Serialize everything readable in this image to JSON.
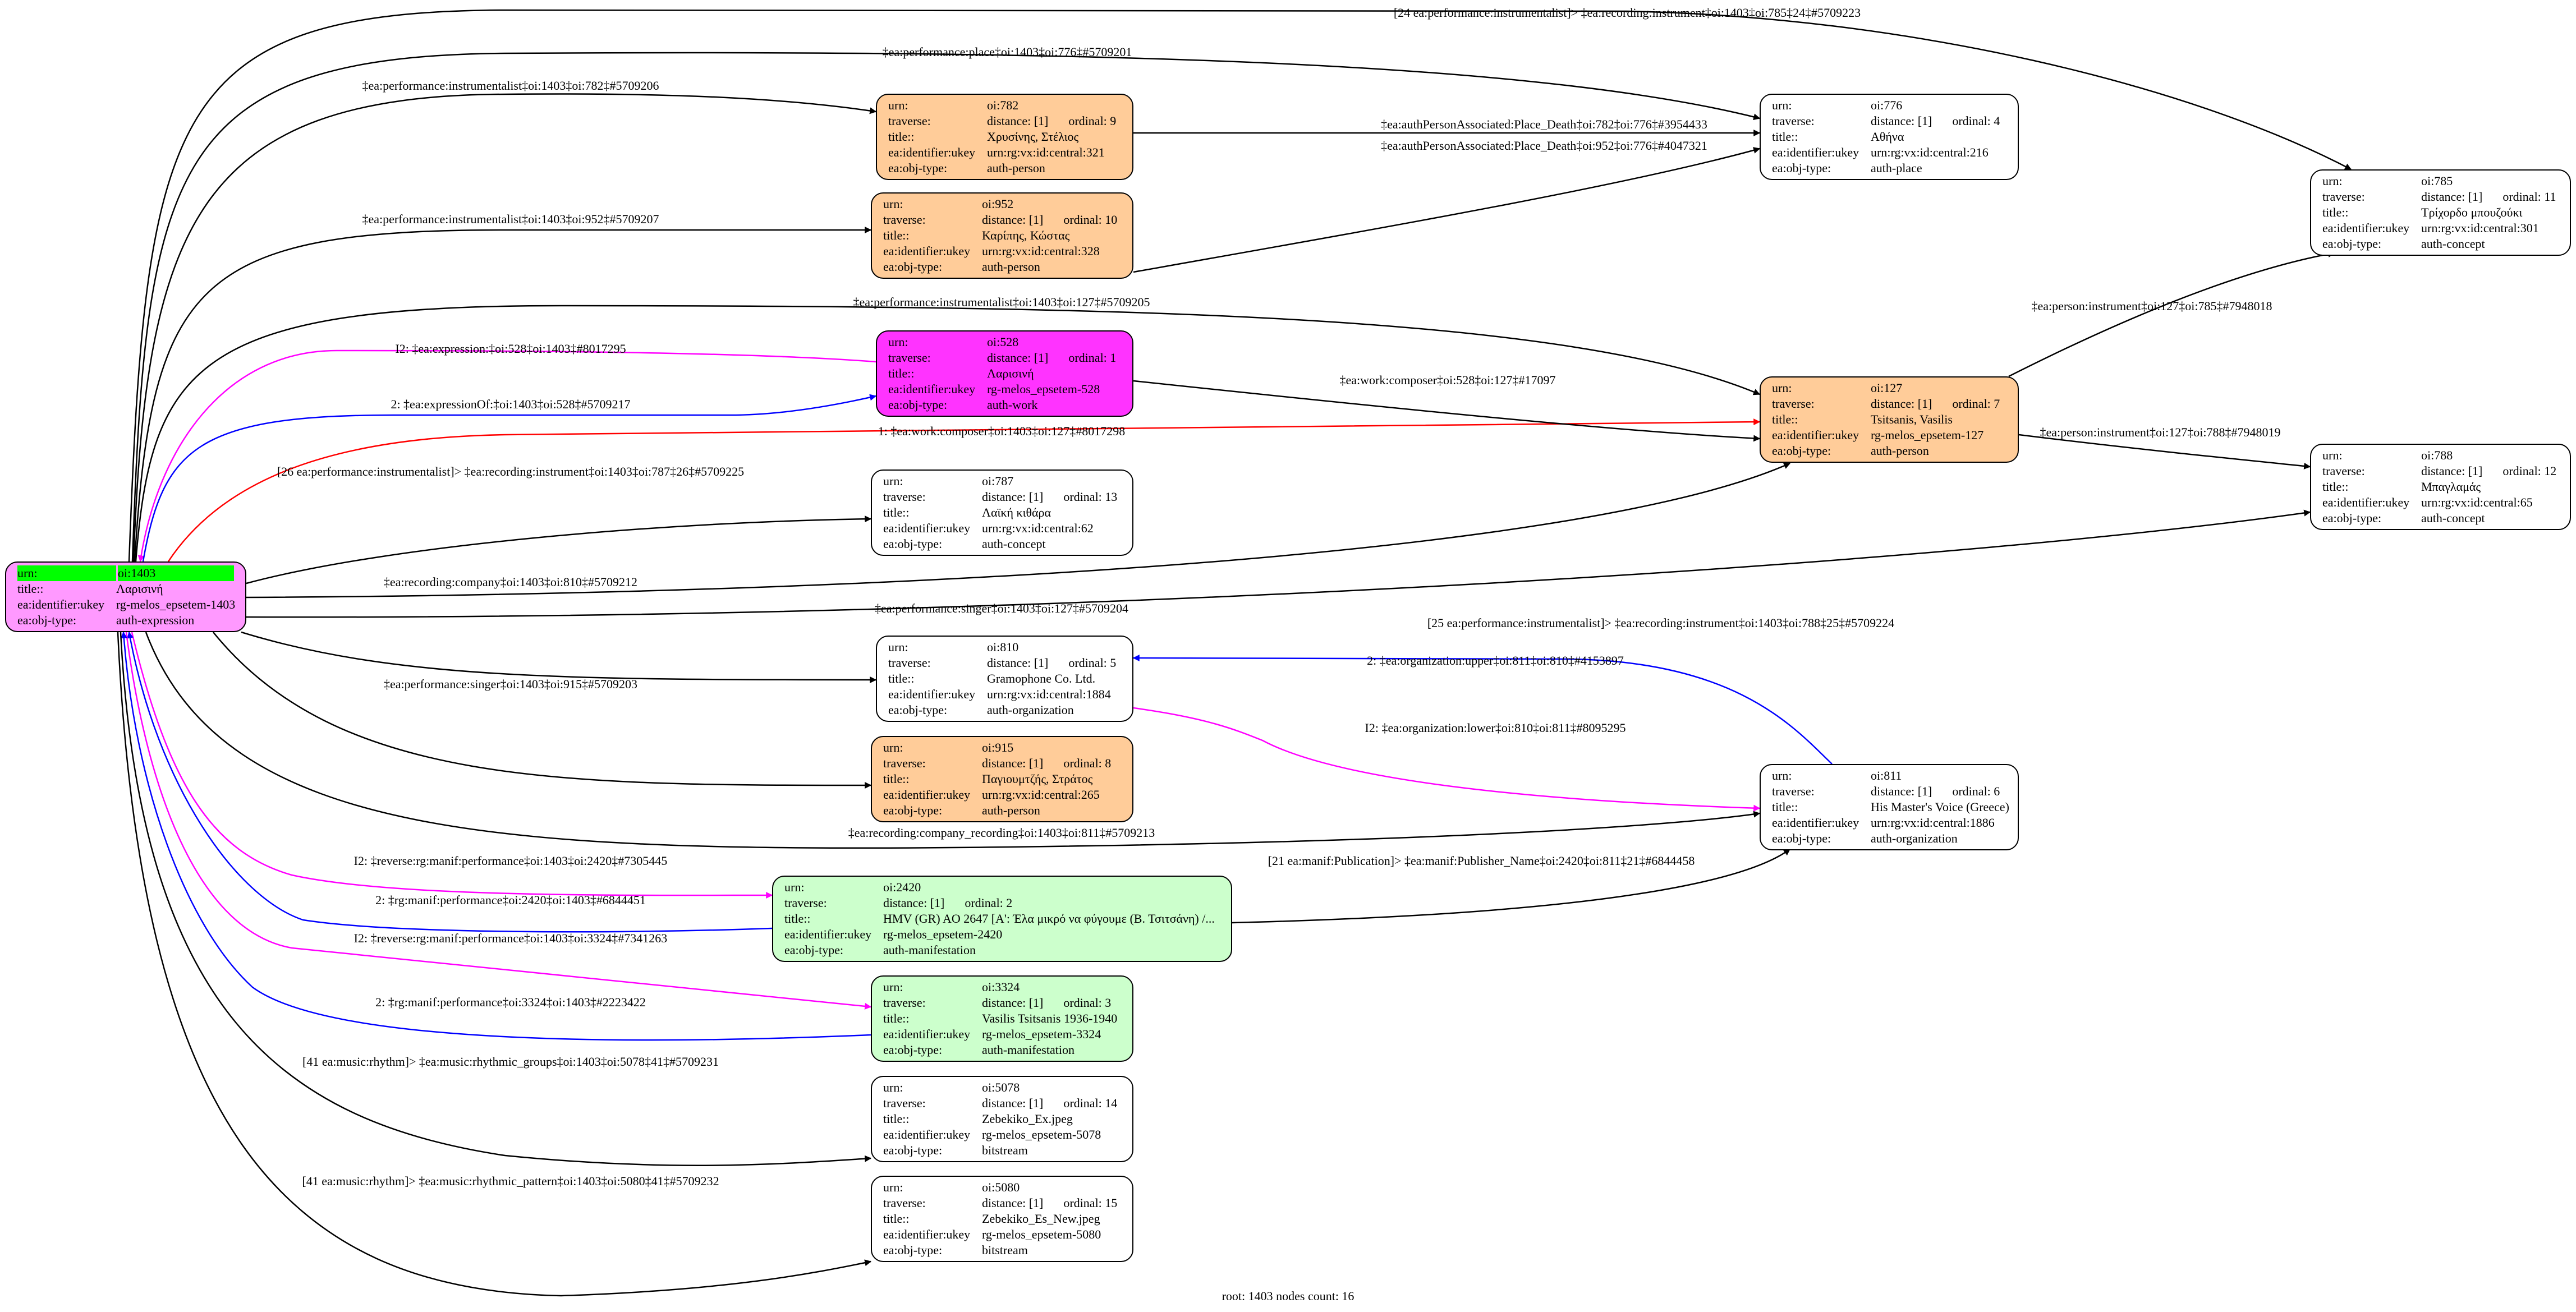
{
  "labels": {
    "urn": "urn:",
    "traverse": "traverse:",
    "title": "title::",
    "ukey": "ea:identifier:ukey",
    "type": "ea:obj-type:"
  },
  "colors": {
    "person": "#ffcc99",
    "work": "#ff33ff",
    "expression": "#ff99ff",
    "manifestation": "#ccffcc",
    "default": "#ffffff",
    "root_highlight": "#00ff00"
  },
  "nodes": [
    {
      "id": "1403",
      "urn": "oi:1403",
      "title": "Λαρισινή",
      "ukey": "rg-melos_epsetem-1403",
      "type": "auth-expression",
      "fill": "#ff99ff",
      "root": true
    },
    {
      "id": "782",
      "urn": "oi:782",
      "distance": "distance: [1]",
      "ordinal": "ordinal: 9",
      "title": "Χρυσίνης, Στέλιος",
      "ukey": "urn:rg:vx:id:central:321",
      "type": "auth-person",
      "fill": "#ffcc99"
    },
    {
      "id": "952",
      "urn": "oi:952",
      "distance": "distance: [1]",
      "ordinal": "ordinal: 10",
      "title": "Καρίπης, Κώστας",
      "ukey": "urn:rg:vx:id:central:328",
      "type": "auth-person",
      "fill": "#ffcc99"
    },
    {
      "id": "776",
      "urn": "oi:776",
      "distance": "distance: [1]",
      "ordinal": "ordinal: 4",
      "title": "Αθήνα",
      "ukey": "urn:rg:vx:id:central:216",
      "type": "auth-place",
      "fill": "#ffffff"
    },
    {
      "id": "785",
      "urn": "oi:785",
      "distance": "distance: [1]",
      "ordinal": "ordinal: 11",
      "title": "Τρίχορδο μπουζούκι",
      "ukey": "urn:rg:vx:id:central:301",
      "type": "auth-concept",
      "fill": "#ffffff"
    },
    {
      "id": "528",
      "urn": "oi:528",
      "distance": "distance: [1]",
      "ordinal": "ordinal: 1",
      "title": "Λαρισινή",
      "ukey": "rg-melos_epsetem-528",
      "type": "auth-work",
      "fill": "#ff33ff"
    },
    {
      "id": "127",
      "urn": "oi:127",
      "distance": "distance: [1]",
      "ordinal": "ordinal: 7",
      "title": "Tsitsanis, Vasilis",
      "ukey": "rg-melos_epsetem-127",
      "type": "auth-person",
      "fill": "#ffcc99"
    },
    {
      "id": "787",
      "urn": "oi:787",
      "distance": "distance: [1]",
      "ordinal": "ordinal: 13",
      "title": "Λαϊκή κιθάρα",
      "ukey": "urn:rg:vx:id:central:62",
      "type": "auth-concept",
      "fill": "#ffffff"
    },
    {
      "id": "788",
      "urn": "oi:788",
      "distance": "distance: [1]",
      "ordinal": "ordinal: 12",
      "title": "Μπαγλαμάς",
      "ukey": "urn:rg:vx:id:central:65",
      "type": "auth-concept",
      "fill": "#ffffff"
    },
    {
      "id": "810",
      "urn": "oi:810",
      "distance": "distance: [1]",
      "ordinal": "ordinal: 5",
      "title": "Gramophone Co. Ltd.",
      "ukey": "urn:rg:vx:id:central:1884",
      "type": "auth-organization",
      "fill": "#ffffff"
    },
    {
      "id": "915",
      "urn": "oi:915",
      "distance": "distance: [1]",
      "ordinal": "ordinal: 8",
      "title": "Παγιουμτζής, Στράτος",
      "ukey": "urn:rg:vx:id:central:265",
      "type": "auth-person",
      "fill": "#ffcc99"
    },
    {
      "id": "811",
      "urn": "oi:811",
      "distance": "distance: [1]",
      "ordinal": "ordinal: 6",
      "title": "His Master's Voice (Greece)",
      "ukey": "urn:rg:vx:id:central:1886",
      "type": "auth-organization",
      "fill": "#ffffff"
    },
    {
      "id": "2420",
      "urn": "oi:2420",
      "distance": "distance: [1]",
      "ordinal": "ordinal: 2",
      "title": "HMV (GR) AO 2647 [A': Έλα μικρό να φύγουμε (Β. Τσιτσάνη) /...",
      "ukey": "rg-melos_epsetem-2420",
      "type": "auth-manifestation",
      "fill": "#ccffcc"
    },
    {
      "id": "3324",
      "urn": "oi:3324",
      "distance": "distance: [1]",
      "ordinal": "ordinal: 3",
      "title": "Vasilis Tsitsanis 1936-1940",
      "ukey": "rg-melos_epsetem-3324",
      "type": "auth-manifestation",
      "fill": "#ccffcc"
    },
    {
      "id": "5078",
      "urn": "oi:5078",
      "distance": "distance: [1]",
      "ordinal": "ordinal: 14",
      "title": "Zebekiko_Ex.jpeg",
      "ukey": "rg-melos_epsetem-5078",
      "type": "bitstream",
      "fill": "#ffffff"
    },
    {
      "id": "5080",
      "urn": "oi:5080",
      "distance": "distance: [1]",
      "ordinal": "ordinal: 15",
      "title": "Zebekiko_Es_New.jpeg",
      "ukey": "rg-melos_epsetem-5080",
      "type": "bitstream",
      "fill": "#ffffff"
    }
  ],
  "edges": [
    {
      "label": "[24 ea:performance:instrumentalist]> ‡ea:recording:instrument‡oi:1403‡oi:785‡24‡#5709223",
      "color": "#000000"
    },
    {
      "label": "‡ea:performance:place‡oi:1403‡oi:776‡#5709201",
      "color": "#000000"
    },
    {
      "label": "‡ea:performance:instrumentalist‡oi:1403‡oi:782‡#5709206",
      "color": "#000000"
    },
    {
      "label": "‡ea:performance:instrumentalist‡oi:1403‡oi:952‡#5709207",
      "color": "#000000"
    },
    {
      "label": "‡ea:performance:instrumentalist‡oi:1403‡oi:127‡#5709205",
      "color": "#000000"
    },
    {
      "label": "I2: ‡ea:expression:‡oi:528‡oi:1403‡#8017295",
      "color": "#ff00ff"
    },
    {
      "label": "2: ‡ea:expressionOf:‡oi:1403‡oi:528‡#5709217",
      "color": "#0000ff"
    },
    {
      "label": "1: ‡ea:work:composer‡oi:1403‡oi:127‡#8017298",
      "color": "#ff0000"
    },
    {
      "label": "[26 ea:performance:instrumentalist]> ‡ea:recording:instrument‡oi:1403‡oi:787‡26‡#5709225",
      "color": "#000000"
    },
    {
      "label": "‡ea:performance:singer‡oi:1403‡oi:127‡#5709204",
      "color": "#000000"
    },
    {
      "label": "[25 ea:performance:instrumentalist]> ‡ea:recording:instrument‡oi:1403‡oi:788‡25‡#5709224",
      "color": "#000000"
    },
    {
      "label": "‡ea:recording:company‡oi:1403‡oi:810‡#5709212",
      "color": "#000000"
    },
    {
      "label": "‡ea:performance:singer‡oi:1403‡oi:915‡#5709203",
      "color": "#000000"
    },
    {
      "label": "‡ea:recording:company_recording‡oi:1403‡oi:811‡#5709213",
      "color": "#000000"
    },
    {
      "label": "I2: ‡reverse:rg:manif:performance‡oi:1403‡oi:2420‡#7305445",
      "color": "#ff00ff"
    },
    {
      "label": "2: ‡rg:manif:performance‡oi:2420‡oi:1403‡#6844451",
      "color": "#0000ff"
    },
    {
      "label": "I2: ‡reverse:rg:manif:performance‡oi:1403‡oi:3324‡#7341263",
      "color": "#ff00ff"
    },
    {
      "label": "2: ‡rg:manif:performance‡oi:3324‡oi:1403‡#2223422",
      "color": "#0000ff"
    },
    {
      "label": "[41 ea:music:rhythm]> ‡ea:music:rhythmic_groups‡oi:1403‡oi:5078‡41‡#5709231",
      "color": "#000000"
    },
    {
      "label": "[41 ea:music:rhythm]> ‡ea:music:rhythmic_pattern‡oi:1403‡oi:5080‡41‡#5709232",
      "color": "#000000"
    },
    {
      "label": "‡ea:authPersonAssociated:Place_Death‡oi:782‡oi:776‡#3954433",
      "color": "#000000"
    },
    {
      "label": "‡ea:authPersonAssociated:Place_Death‡oi:952‡oi:776‡#4047321",
      "color": "#000000"
    },
    {
      "label": "‡ea:work:composer‡oi:528‡oi:127‡#17097",
      "color": "#000000"
    },
    {
      "label": "‡ea:person:instrument‡oi:127‡oi:785‡#7948018",
      "color": "#000000"
    },
    {
      "label": "‡ea:person:instrument‡oi:127‡oi:788‡#7948019",
      "color": "#000000"
    },
    {
      "label": "2: ‡ea:organization:upper‡oi:811‡oi:810‡#4153897",
      "color": "#0000ff"
    },
    {
      "label": "I2: ‡ea:organization:lower‡oi:810‡oi:811‡#8095295",
      "color": "#ff00ff"
    },
    {
      "label": "[21 ea:manif:Publication]> ‡ea:manif:Publisher_Name‡oi:2420‡oi:811‡21‡#6844458",
      "color": "#000000"
    }
  ],
  "footer": "root: 1403 nodes count: 16"
}
